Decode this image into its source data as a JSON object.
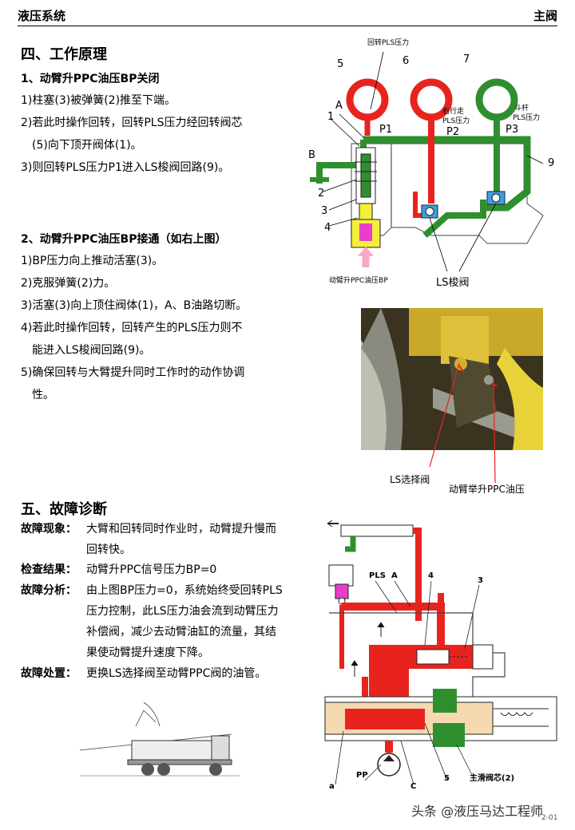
{
  "header": {
    "left": "液压系统",
    "right": "主阀"
  },
  "section4": {
    "title": "四、工作原理",
    "sub1": "1、动臂升PPC油压BP关闭",
    "lines1": [
      "1)柱塞(3)被弹簧(2)推至下端。",
      "2)若此时操作回转，回转PLS压力经回转阀芯",
      "(5)向下顶开阀体(1)。",
      "3)则回转PLS压力P1进入LS梭阀回路(9)。"
    ],
    "sub2": "2、动臂升PPC油压BP接通（如右上图）",
    "lines2": [
      "1)BP压力向上推动活塞(3)。",
      "2)克服弹簧(2)力。",
      "3)活塞(3)向上顶住阀体(1)，A、B油路切断。",
      "4)若此时操作回转，回转产生的PLS压力则不",
      "能进入LS梭阀回路(9)。",
      "5)确保回转与大臂提升同时工作时的动作协调",
      "性。"
    ]
  },
  "diagram1": {
    "label_swing_pls": "回转PLS压力",
    "n5": "5",
    "n6": "6",
    "n7": "7",
    "label_A": "A",
    "label_1": "1",
    "label_P1": "P1",
    "label_travel_right": "右行走",
    "label_pls_pressure": "PLS压力",
    "label_P2": "P2",
    "label_bucket": "斗杆",
    "label_bucket_pls": "PLS压力",
    "label_P3": "P3",
    "label_B": "B",
    "label_9": "9",
    "label_2": "2",
    "label_3": "3",
    "label_4": "4",
    "label_bp": "动臂升PPC油压BP",
    "label_ls_shuttle": "LS梭阀",
    "colors": {
      "red": "#e8231e",
      "green": "#2f8f2f",
      "yellow": "#f4ef3a",
      "magenta": "#e83ecb",
      "pink": "#f7a8c8"
    }
  },
  "photo": {
    "label_ls_select": "LS选择阀",
    "label_boom_ppc": "动臂举升PPC油压"
  },
  "section5": {
    "title": "五、故障诊断",
    "rows": [
      {
        "key": "故障现象：",
        "lines": [
          "大臂和回转同时作业时，动臂提升慢而",
          "回转快。"
        ]
      },
      {
        "key": "检查结果：",
        "lines": [
          "动臂升PPC信号压力BP=0"
        ]
      },
      {
        "key": "故障分析：",
        "lines": [
          "由上图BP压力=0，系统始终受回转PLS",
          "压力控制，此LS压力油会流到动臂压力",
          "补偿阀，减少去动臂油缸的流量，其结",
          "果使动臂提升速度下降。"
        ]
      },
      {
        "key": "故障处置：",
        "lines": [
          "更换LS选择阀至动臂PPC阀的油管。"
        ]
      }
    ]
  },
  "diagram2": {
    "label_PLS": "PLS",
    "label_A": "A",
    "label_4": "4",
    "label_3": "3",
    "label_PP": "PP",
    "label_a": "a",
    "label_C": "C",
    "label_5": "5",
    "label_spool": "主滑阀芯(2)"
  },
  "footer": {
    "watermark": "头条 @液压马达工程师",
    "page": "2-01"
  }
}
